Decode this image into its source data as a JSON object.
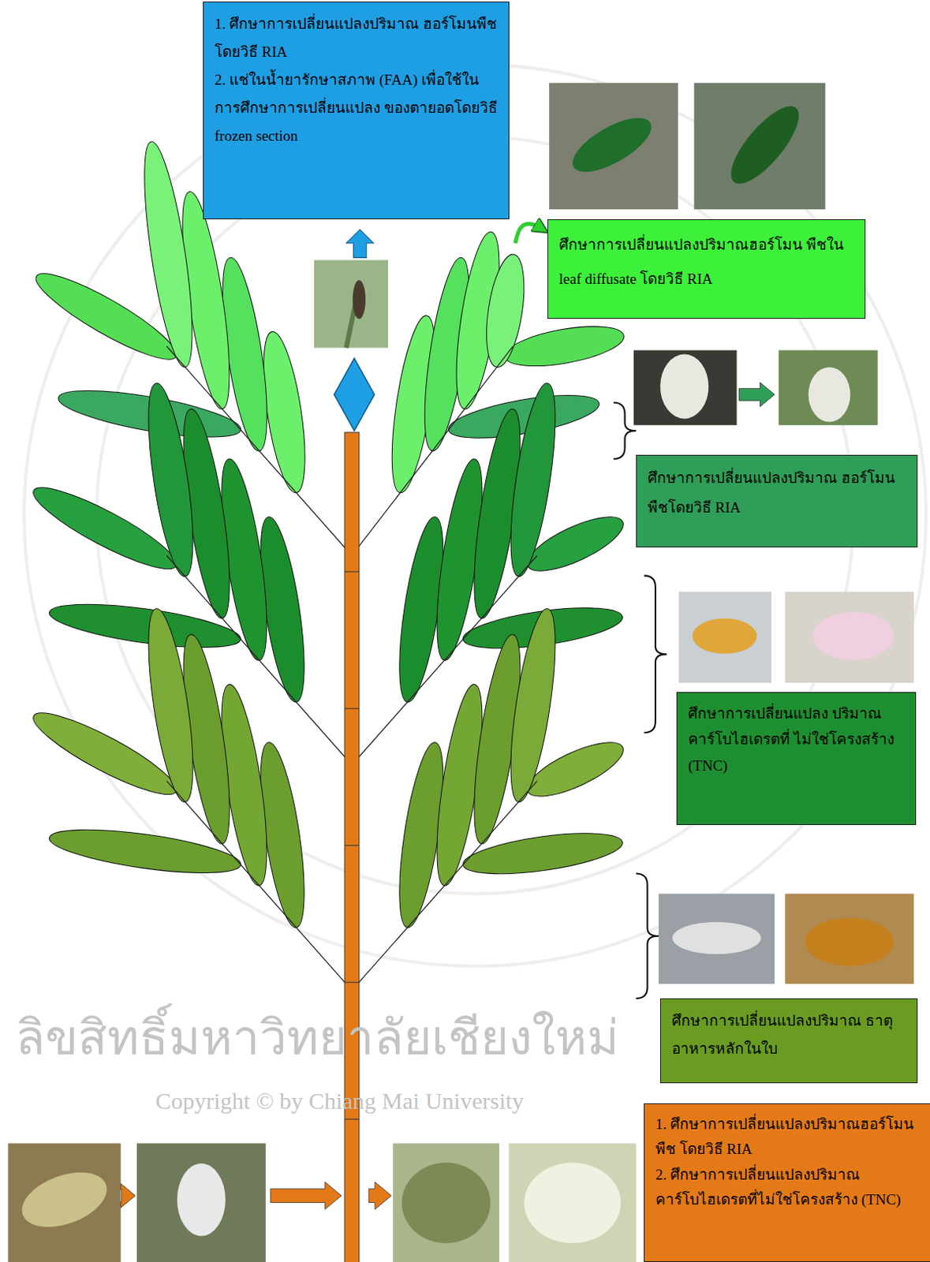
{
  "diagram": {
    "nodes": [
      {
        "text": [
          "1. ศึกษาการเปลี่ยนแปลงปริมาณ ฮอร์โมนพืชโดยวิธี RIA",
          "2. แช่ในน้ำยารักษาสภาพ (FAA) เพื่อใช้ในการศึกษาการเปลี่ยนแปลง ของตายอดโดยวิธี frozen section"
        ]
      },
      {
        "text": [
          "ศึกษาการเปลี่ยนแปลงปริมาณฮอร์โมน พืชใน leaf diffusate โดยวิธี RIA"
        ]
      },
      {
        "text": [
          "ศึกษาการเปลี่ยนแปลงปริมาณ ฮอร์โมนพืชโดยวิธี RIA"
        ]
      },
      {
        "text": [
          "ศึกษาการเปลี่ยนแปลง ปริมาณคาร์โบไฮเดรตที่ ไม่ใช่โครงสร้าง (TNC)"
        ]
      },
      {
        "text": [
          "ศึกษาการเปลี่ยนแปลงปริมาณ ธาตุอาหารหลักในใบ"
        ]
      },
      {
        "text": [
          "1. ศึกษาการเปลี่ยนแปลงปริมาณฮอร์โมนพืช โดยวิธี RIA",
          "2. ศึกษาการเปลี่ยนแปลงปริมาณ คาร์โบไฮเดรตที่ไม่ใช่โครงสร้าง (TNC)"
        ]
      }
    ],
    "labels": [
      "ลิขสิทธิ์มหาวิทยาลัยเชียงใหม่",
      "Copyright © by Chiang Mai University"
    ]
  }
}
